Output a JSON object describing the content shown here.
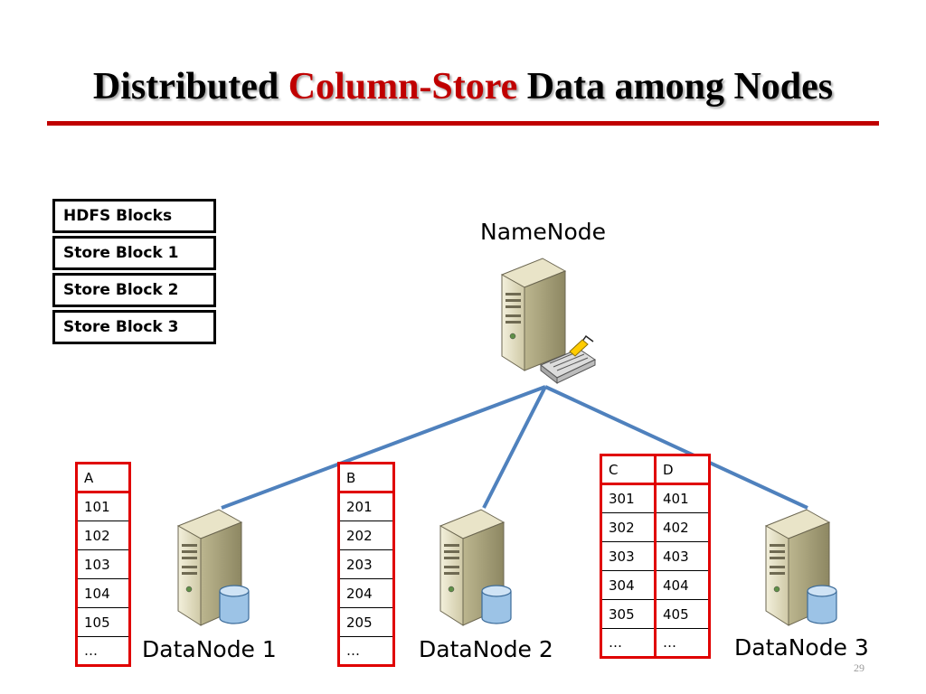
{
  "title": {
    "part1": "Distributed ",
    "highlight": "Column-Store",
    "part2": " Data among Nodes"
  },
  "accent_color": "#c00000",
  "legend": [
    "HDFS Blocks",
    "Store Block 1",
    "Store Block 2",
    "Store Block 3"
  ],
  "namenode": {
    "label": "NameNode",
    "icon": "server-tower-with-network-switch-icon"
  },
  "datanodes": [
    {
      "label": "DataNode 1",
      "icon": "server-tower-with-database-icon"
    },
    {
      "label": "DataNode 2",
      "icon": "server-tower-with-database-icon"
    },
    {
      "label": "DataNode 3",
      "icon": "server-tower-with-database-icon"
    }
  ],
  "column_blocks": [
    {
      "headers": [
        "A"
      ],
      "rows": [
        [
          "101"
        ],
        [
          "102"
        ],
        [
          "103"
        ],
        [
          "104"
        ],
        [
          "105"
        ],
        [
          "…"
        ]
      ]
    },
    {
      "headers": [
        "B"
      ],
      "rows": [
        [
          "201"
        ],
        [
          "202"
        ],
        [
          "203"
        ],
        [
          "204"
        ],
        [
          "205"
        ],
        [
          "…"
        ]
      ]
    },
    {
      "headers": [
        "C",
        "D"
      ],
      "rows": [
        [
          "301",
          "401"
        ],
        [
          "302",
          "402"
        ],
        [
          "303",
          "403"
        ],
        [
          "304",
          "404"
        ],
        [
          "305",
          "405"
        ],
        [
          "…",
          "…"
        ]
      ]
    }
  ],
  "page_number": "29"
}
